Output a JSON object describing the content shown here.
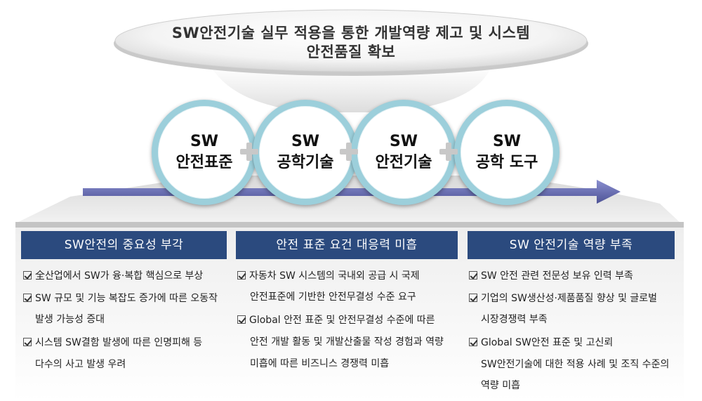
{
  "goal": {
    "line1": "SW안전기술 실무 적용을 통한 개발역량 제고 및 시스템",
    "line2": "안전품질 확보"
  },
  "circles": [
    {
      "line1": "SW",
      "line2": "안전표준"
    },
    {
      "line1": "SW",
      "line2": "공학기술"
    },
    {
      "line1": "SW",
      "line2": "안전기술"
    },
    {
      "line1": "SW",
      "line2": "공학 도구"
    }
  ],
  "panels": [
    {
      "title": "SW안전의 중요성 부각",
      "items": [
        [
          "全산업에서 SW가 융·복합 핵심으로 부상"
        ],
        [
          "SW 규모 및 기능 복잡도 증가에 따른 오동작",
          "발생 가능성 증대"
        ],
        [
          "시스템 SW결함 발생에 따른 인명피해 등",
          "다수의 사고 발생 우려"
        ]
      ]
    },
    {
      "title": "안전 표준 요건 대응력 미흡",
      "items": [
        [
          "자동차 SW 시스템의 국내외 공급 시 국제",
          "안전표준에 기반한 안전무결성 수준 요구"
        ],
        [
          "Global 안전 표준 및 안전무결성 수준에 따른",
          "안전 개발 활동 및 개발산출물 작성 경험과 역량",
          "미흡에 따른 비즈니스 경쟁력 미흡"
        ]
      ]
    },
    {
      "title": "SW 안전기술 역량 부족",
      "items": [
        [
          "SW 안전 관련 전문성 보유 인력 부족"
        ],
        [
          "기업의 SW생산성·제품품질 향상 및 글로벌",
          "시장경쟁력 부족"
        ],
        [
          "Global SW안전 표준 및 고신뢰",
          "SW안전기술에 대한 적용 사례 및 조직 수준의",
          "역량 미흡"
        ]
      ]
    }
  ],
  "colors": {
    "panel_header": "#2b4a7e",
    "circle_ring": "#9ccfdb",
    "arrow": "#6a6fb0"
  }
}
